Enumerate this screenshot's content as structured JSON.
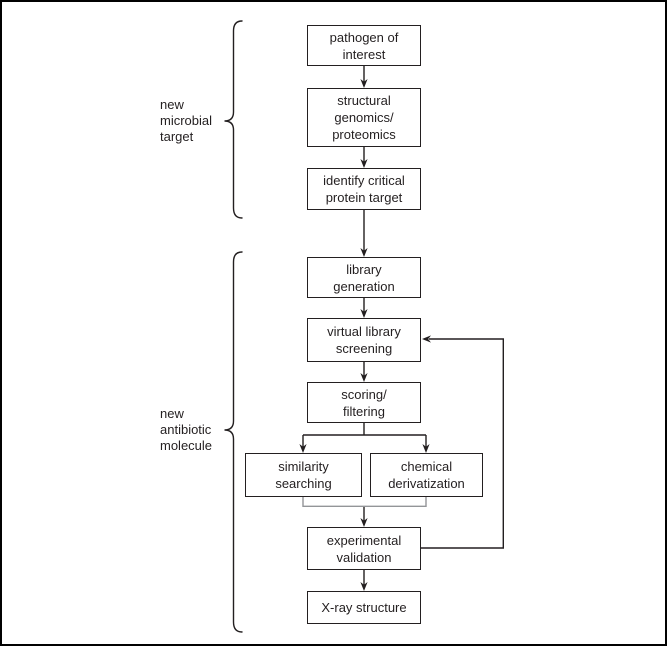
{
  "diagram": {
    "groups": [
      {
        "label": "new\nmicrobial\ntarget"
      },
      {
        "label": "new\nantibiotic\nmolecule"
      }
    ],
    "nodes": [
      {
        "label": "pathogen of\ninterest"
      },
      {
        "label": "structural\ngenomics/\nproteomics"
      },
      {
        "label": "identify critical\nprotein target"
      },
      {
        "label": "library\ngeneration"
      },
      {
        "label": "virtual library\nscreening"
      },
      {
        "label": "scoring/\nfiltering"
      },
      {
        "label": "similarity\nsearching"
      },
      {
        "label": "chemical\nderivatization"
      },
      {
        "label": "experimental\nvalidation"
      },
      {
        "label": "X-ray structure"
      }
    ],
    "edges": [
      {
        "from": "pathogen of interest",
        "to": "structural genomics/proteomics"
      },
      {
        "from": "structural genomics/proteomics",
        "to": "identify critical protein target"
      },
      {
        "from": "identify critical protein target",
        "to": "library generation"
      },
      {
        "from": "library generation",
        "to": "virtual library screening"
      },
      {
        "from": "virtual library screening",
        "to": "scoring/filtering"
      },
      {
        "from": "scoring/filtering",
        "to": "similarity searching"
      },
      {
        "from": "scoring/filtering",
        "to": "chemical derivatization"
      },
      {
        "from": "similarity searching",
        "to": "experimental validation"
      },
      {
        "from": "chemical derivatization",
        "to": "experimental validation"
      },
      {
        "from": "experimental validation",
        "to": "X-ray structure"
      },
      {
        "from": "experimental validation",
        "to": "virtual library screening",
        "type": "feedback"
      }
    ],
    "colors": {
      "line": "#231f20",
      "merge_line": "#939598",
      "text": "#231f20",
      "background": "#ffffff",
      "frame": "#010101"
    }
  }
}
